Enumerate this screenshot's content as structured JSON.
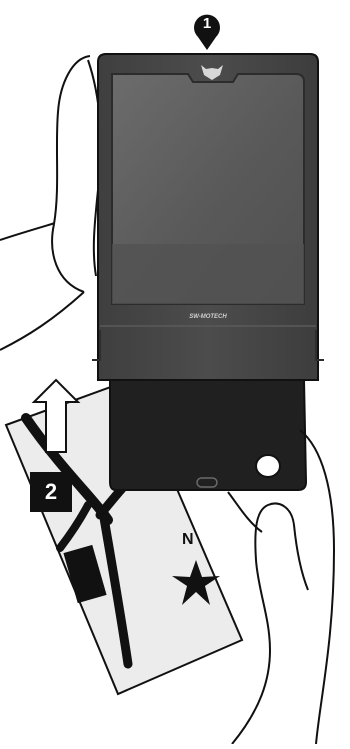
{
  "illustration": {
    "step_one_label": "1",
    "step_two_label": "2",
    "compass_label": "N",
    "brand_wordmark": "SW-MOTECH",
    "icons": {
      "step_one_marker": "numbered-pin-marker",
      "step_two_marker": "numbered-square-marker",
      "arrow": "outline-up-arrow",
      "compass": "compass-star"
    },
    "colors": {
      "ink": "#111111",
      "device_shell": "#4a4a4a",
      "device_screen": "#5d5d5d",
      "pocket": "#1f1f1f",
      "map_paper": "#e9e9e9"
    }
  }
}
